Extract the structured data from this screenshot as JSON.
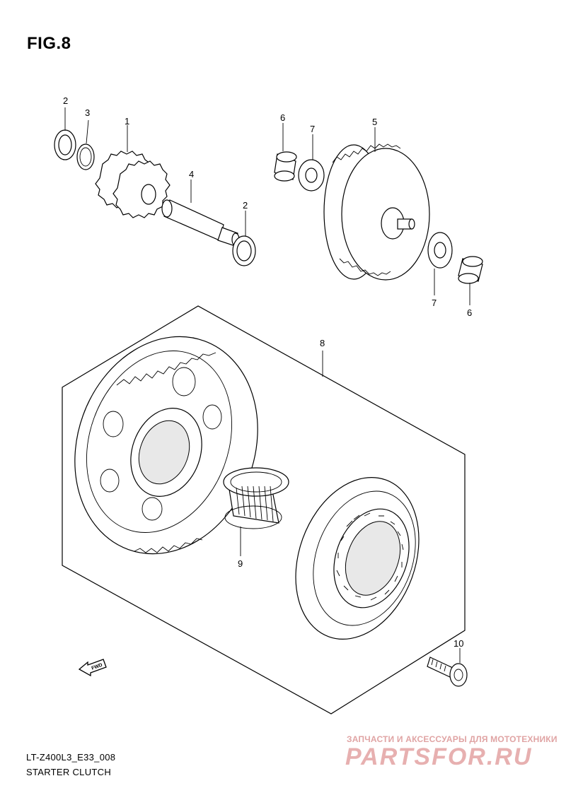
{
  "figure": {
    "title": "FIG.8"
  },
  "callouts": [
    "1",
    "2",
    "2",
    "3",
    "4",
    "5",
    "6",
    "6",
    "7",
    "7",
    "8",
    "9",
    "10"
  ],
  "direction_badge": "FWD",
  "footer": {
    "model_code": "LT-Z400L3_E33_008",
    "assembly_name": "STARTER CLUTCH"
  },
  "watermark": {
    "tagline": "ЗАПЧАСТИ И АКСЕССУАРЫ ДЛЯ МОТОТЕХНИКИ",
    "logo_text": "PARTSFOR.RU"
  }
}
